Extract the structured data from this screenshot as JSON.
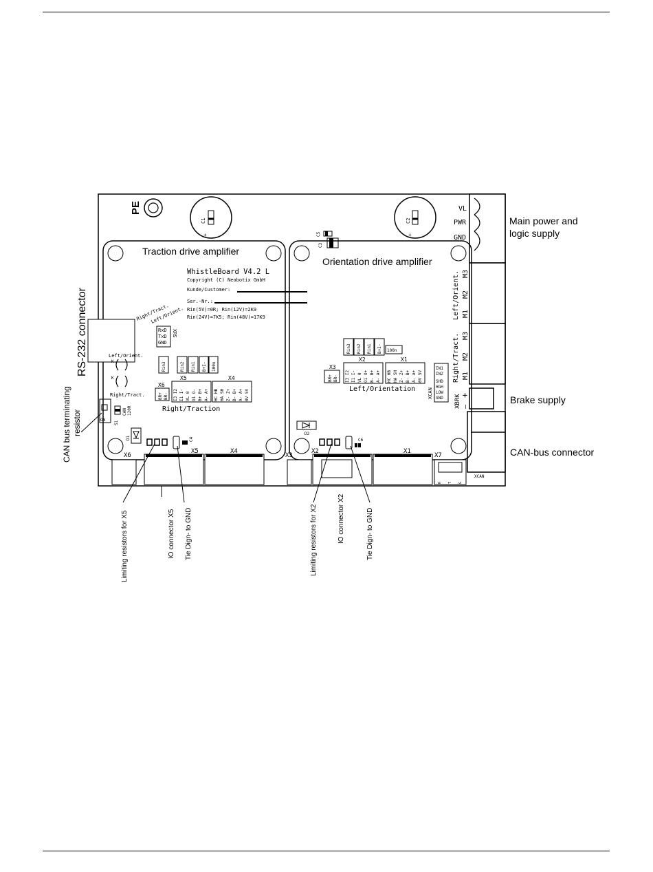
{
  "pcb": {
    "pe": "PE",
    "c1": "C1",
    "c2": "C2",
    "c3": "C3",
    "c5": "C5",
    "c4": "C4",
    "c6": "C6",
    "plus": "+",
    "traction_title": "Traction drive amplifier",
    "orientation_title": "Orientation drive amplifier",
    "board_name": "WhistleBoard V4.2 L",
    "copyright": "Copyright (C) Neobotix GmbH",
    "kunde": "Kunde/Customer:",
    "sernr": "Ser.-Nr.:",
    "rin1": "Rin(5V)=0R; Rin(12V)=2K9",
    "rin2": "Rin(24V)=7K5; Rin(48V)=17K9",
    "right_tract": "Right/Tract.",
    "left_orient": "Left/Orient.",
    "rxd": "RxD",
    "txd": "TxD",
    "gnd": "GND",
    "xrs": "XRS",
    "k": "K",
    "rin3": "Rin3",
    "rin2b": "Rin2",
    "rin1b": "Rin1",
    "bplus": "B+I-",
    "c100n": "100n",
    "x1": "X1",
    "x2": "X2",
    "x3": "X3",
    "x4": "X4",
    "x5": "X5",
    "x6": "X6",
    "x7": "X7",
    "xcan": "XCAN",
    "xbrk": "XBRK",
    "can120": "CAN",
    "can120b": "120R",
    "s1": "S1",
    "on": "ON",
    "d1": "D1",
    "d2": "D2",
    "right_traction": "Right/Traction",
    "left_orientation": "Left/Orientation",
    "x6pins": [
      "BR+",
      "BR-"
    ],
    "x3pins": [
      "BR+",
      "BR-"
    ],
    "x5pins": [
      "I3 I2",
      "I1 I-",
      "VL 0",
      "O1 O-",
      "B+ B+",
      "A- A+"
    ],
    "x4pins": [
      "HC HB",
      "HA SH",
      "Z- Z+",
      "B- B+",
      "A- A+",
      "0V 5V"
    ],
    "x2pins": [
      "I3 I2",
      "I1 I-",
      "VL 0",
      "O1 O+",
      "B- B+",
      "A- A+"
    ],
    "x1pins": [
      "HC HB",
      "HA SH",
      "Z- Z+",
      "B- B+",
      "A- A+",
      "0V 5V"
    ],
    "xcanpins": [
      "IN1",
      "IN2",
      "SHD",
      "HGH",
      "LOW",
      "GND"
    ],
    "vl": "VL",
    "pwr": "PWR",
    "gnd2": "GND",
    "m1": "M1",
    "m2": "M2",
    "m3": "M3",
    "left_orient_side": "Left/Orient.",
    "right_tract_side": "Right/Tract.",
    "brk_plus": "+",
    "brk_minus": "—",
    "x7pins": [
      "R",
      "T",
      "G"
    ]
  },
  "callouts": {
    "main_power": "Main power and",
    "main_power2": "logic supply",
    "brake": "Brake supply",
    "canbus": "CAN-bus connector",
    "rs232": "RS-232 connector",
    "can_term1": "CAN bus terminating",
    "can_term2": "resistor",
    "lim_x5": "Limiting resistors for X5",
    "io_x5": "IO connector X5",
    "tie_x5": "Tie Dign- to GND",
    "lim_x2": "Limiting resistors for X2",
    "io_x2": "IO connector X2",
    "tie_x2": "Tie Dign- to GND"
  }
}
